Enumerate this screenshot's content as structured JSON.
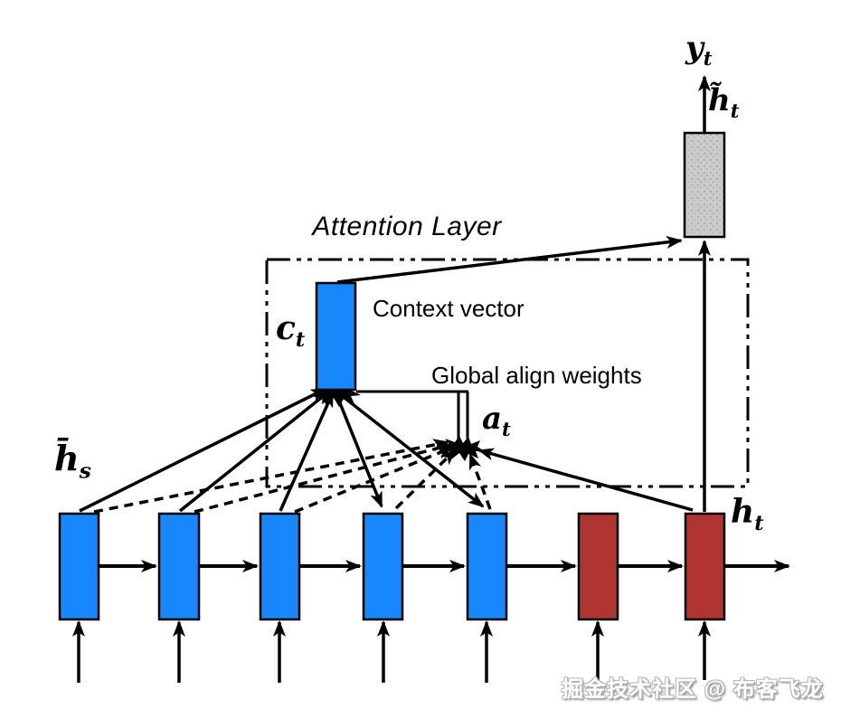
{
  "diagram": {
    "title": "Attention Layer",
    "labels": {
      "context_vector": "Context vector",
      "global_align_weights": "Global align weights",
      "context_symbol": {
        "base": "c",
        "sub": "t"
      },
      "align_symbol": {
        "base": "a",
        "sub": "t"
      },
      "source_state_symbol": {
        "base": "h̄",
        "sub": "s"
      },
      "target_state_symbol": {
        "base": "h",
        "sub": "t"
      },
      "attentional_state_symbol": {
        "base": "h̃",
        "sub": "t"
      },
      "output_symbol": {
        "base": "y",
        "sub": "t"
      }
    },
    "colors": {
      "encoder_blue": "#1787fb",
      "decoder_red": "#b03430",
      "context_blue": "#1787fb",
      "output_gray": "#cbcbcb",
      "line_black": "#000000"
    },
    "watermark": "掘金技术社区 @ 布客飞龙"
  }
}
